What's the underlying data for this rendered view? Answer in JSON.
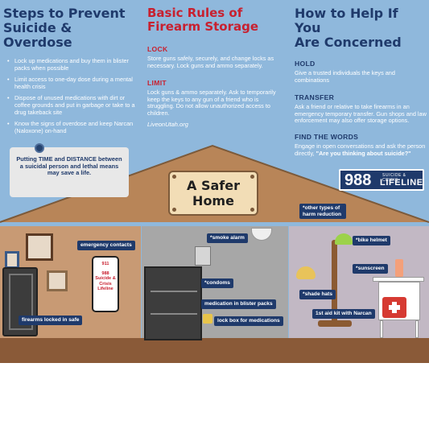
{
  "columns": {
    "overdose": {
      "title_line1": "Steps to Prevent",
      "title_line2": "Suicide & Overdose",
      "bullets": [
        "Lock up medications and buy them in blister packs when possible",
        "Limit access to one-day dose during a mental health crisis",
        "Dispose of unused medications with dirt or coffee grounds and put in garbage or take to a drug takeback site",
        "Know the signs of overdose and keep Narcan (Naloxone) on-hand"
      ]
    },
    "firearm": {
      "title_line1": "Basic Rules of",
      "title_line2": "Firearm Storage",
      "lock_heading": "LOCK",
      "lock_text": "Store guns safely, securely, and change locks as necessary. Lock guns and ammo separately.",
      "limit_heading": "LIMIT",
      "limit_text": "Lock guns & ammo separately. Ask to temporarily keep the keys to any gun of a friend who is struggling. Do not allow unauthorized access to children.",
      "website": "LiveonUtah.org"
    },
    "help": {
      "title_line1": "How to Help If You",
      "title_line2": "Are Concerned",
      "hold_heading": "HOLD",
      "hold_text": "Give a trusted individuals the keys and combinations",
      "transfer_heading": "TRANSFER",
      "transfer_text": "Ask a friend or relative to take firearms in an emergency temporary transfer. Gun shops and law enforcement may also offer storage options.",
      "words_heading": "FIND THE WORDS",
      "words_text": "Engage in open conversations and ask the person directly,",
      "words_quote": "\"Are you thinking about suicide?\""
    }
  },
  "note": "Putting TIME and DISTANCE between a suicidal person and lethal means may save a life.",
  "lifeline": {
    "number": "988",
    "subtitle": "SUICIDE & CRISIS",
    "word": "LIFELINE"
  },
  "sign": {
    "line1": "A Safer",
    "line2": "Home"
  },
  "phone": [
    "911",
    "988",
    "Suicide &",
    "Crisis",
    "Lifeline"
  ],
  "labels": {
    "emergency_contacts": "emergency contacts",
    "firearms_safe": "firearms locked in safe",
    "smoke_alarm": "*smoke alarm",
    "condoms": "*condoms",
    "blister": "medication in blister packs",
    "lock_box": "lock box for medications",
    "other_types": "*other types of harm reduction",
    "bike_helmet": "*bike helmet",
    "sunscreen": "*sunscreen",
    "shade_hats": "*shade hats",
    "first_aid": "1st aid kit with Narcan"
  },
  "colors": {
    "sky": "#8fb8dc",
    "navy": "#1f3a6b",
    "red": "#c8202f",
    "roof": "#b88558"
  }
}
